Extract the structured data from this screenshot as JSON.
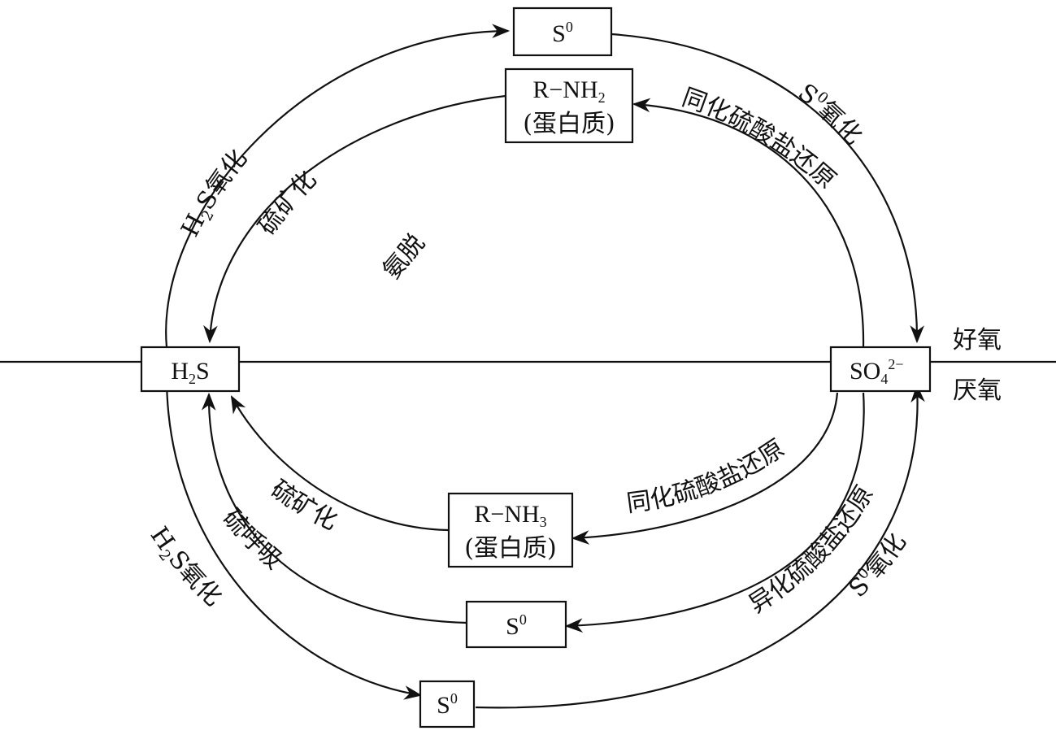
{
  "zones": {
    "aerobic": "好氧",
    "anaerobic": "厌氧"
  },
  "nodes": {
    "h2s": {
      "main": "H",
      "sub": "2",
      "tail": "S"
    },
    "so4": {
      "main": "SO",
      "sub": "4",
      "sup": "2−"
    },
    "s0_top": {
      "main": "S",
      "sup": "0"
    },
    "s0_mid": {
      "main": "S",
      "sup": "0"
    },
    "s0_bottom": {
      "main": "S",
      "sup": "0"
    },
    "protein_top": {
      "line1_main": "R−NH",
      "line1_sub": "2",
      "line2": "(蛋白质)"
    },
    "protein_bottom": {
      "line1_main": "R−NH",
      "line1_sub": "3",
      "line2": "(蛋白质)"
    }
  },
  "processes": {
    "h2s_ox_top": {
      "pre": "H",
      "sub": "2",
      "post": "S氧化"
    },
    "mineral_top": "硫矿化",
    "deamination": "氨脱",
    "s0_ox_top": {
      "pre": "S",
      "sup": "0",
      "post": "氧化"
    },
    "assim_red_top": "同化硫酸盐还原",
    "h2s_ox_bottom": {
      "pre": "H",
      "sub": "2",
      "post": "S氧化"
    },
    "sulfur_resp": "硫呼吸",
    "mineral_bottom": "硫矿化",
    "assim_red_bottom": "同化硫酸盐还原",
    "dissim_red": "异化硫酸盐还原",
    "s0_ox_bottom": {
      "pre": "S",
      "sup": "0",
      "post": "氧化"
    }
  }
}
